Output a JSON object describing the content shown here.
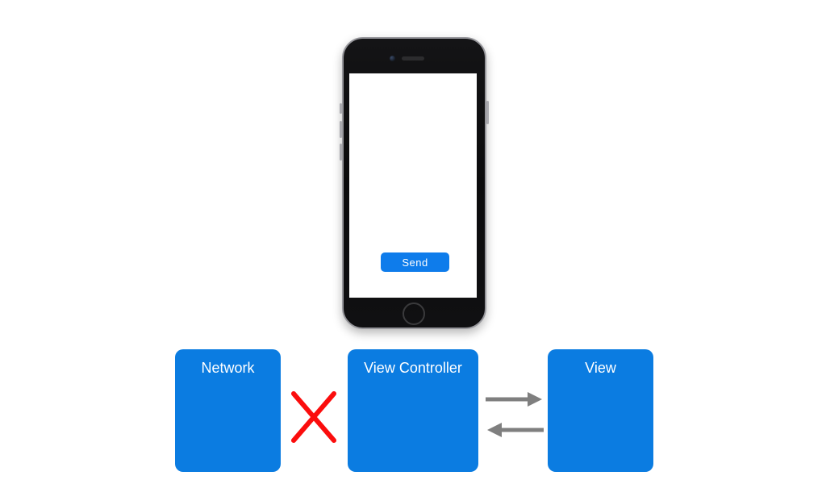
{
  "phone": {
    "name": "iphone-mockup",
    "screen": {
      "send_button_label": "Send"
    }
  },
  "diagram": {
    "boxes": [
      {
        "label": "Network"
      },
      {
        "label": "View Controller"
      },
      {
        "label": "View"
      }
    ],
    "relations": [
      {
        "from": "Network",
        "to": "View Controller",
        "symbol": "blocked-x"
      },
      {
        "from": "View Controller",
        "to": "View",
        "symbol": "arrow-right"
      },
      {
        "from": "View",
        "to": "View Controller",
        "symbol": "arrow-left"
      }
    ],
    "colors": {
      "box_blue": "#0b7ce1",
      "send_button_blue": "#0e7ceb",
      "x_red": "#fb0d0d",
      "arrow_gray": "#7f7f7f"
    }
  }
}
